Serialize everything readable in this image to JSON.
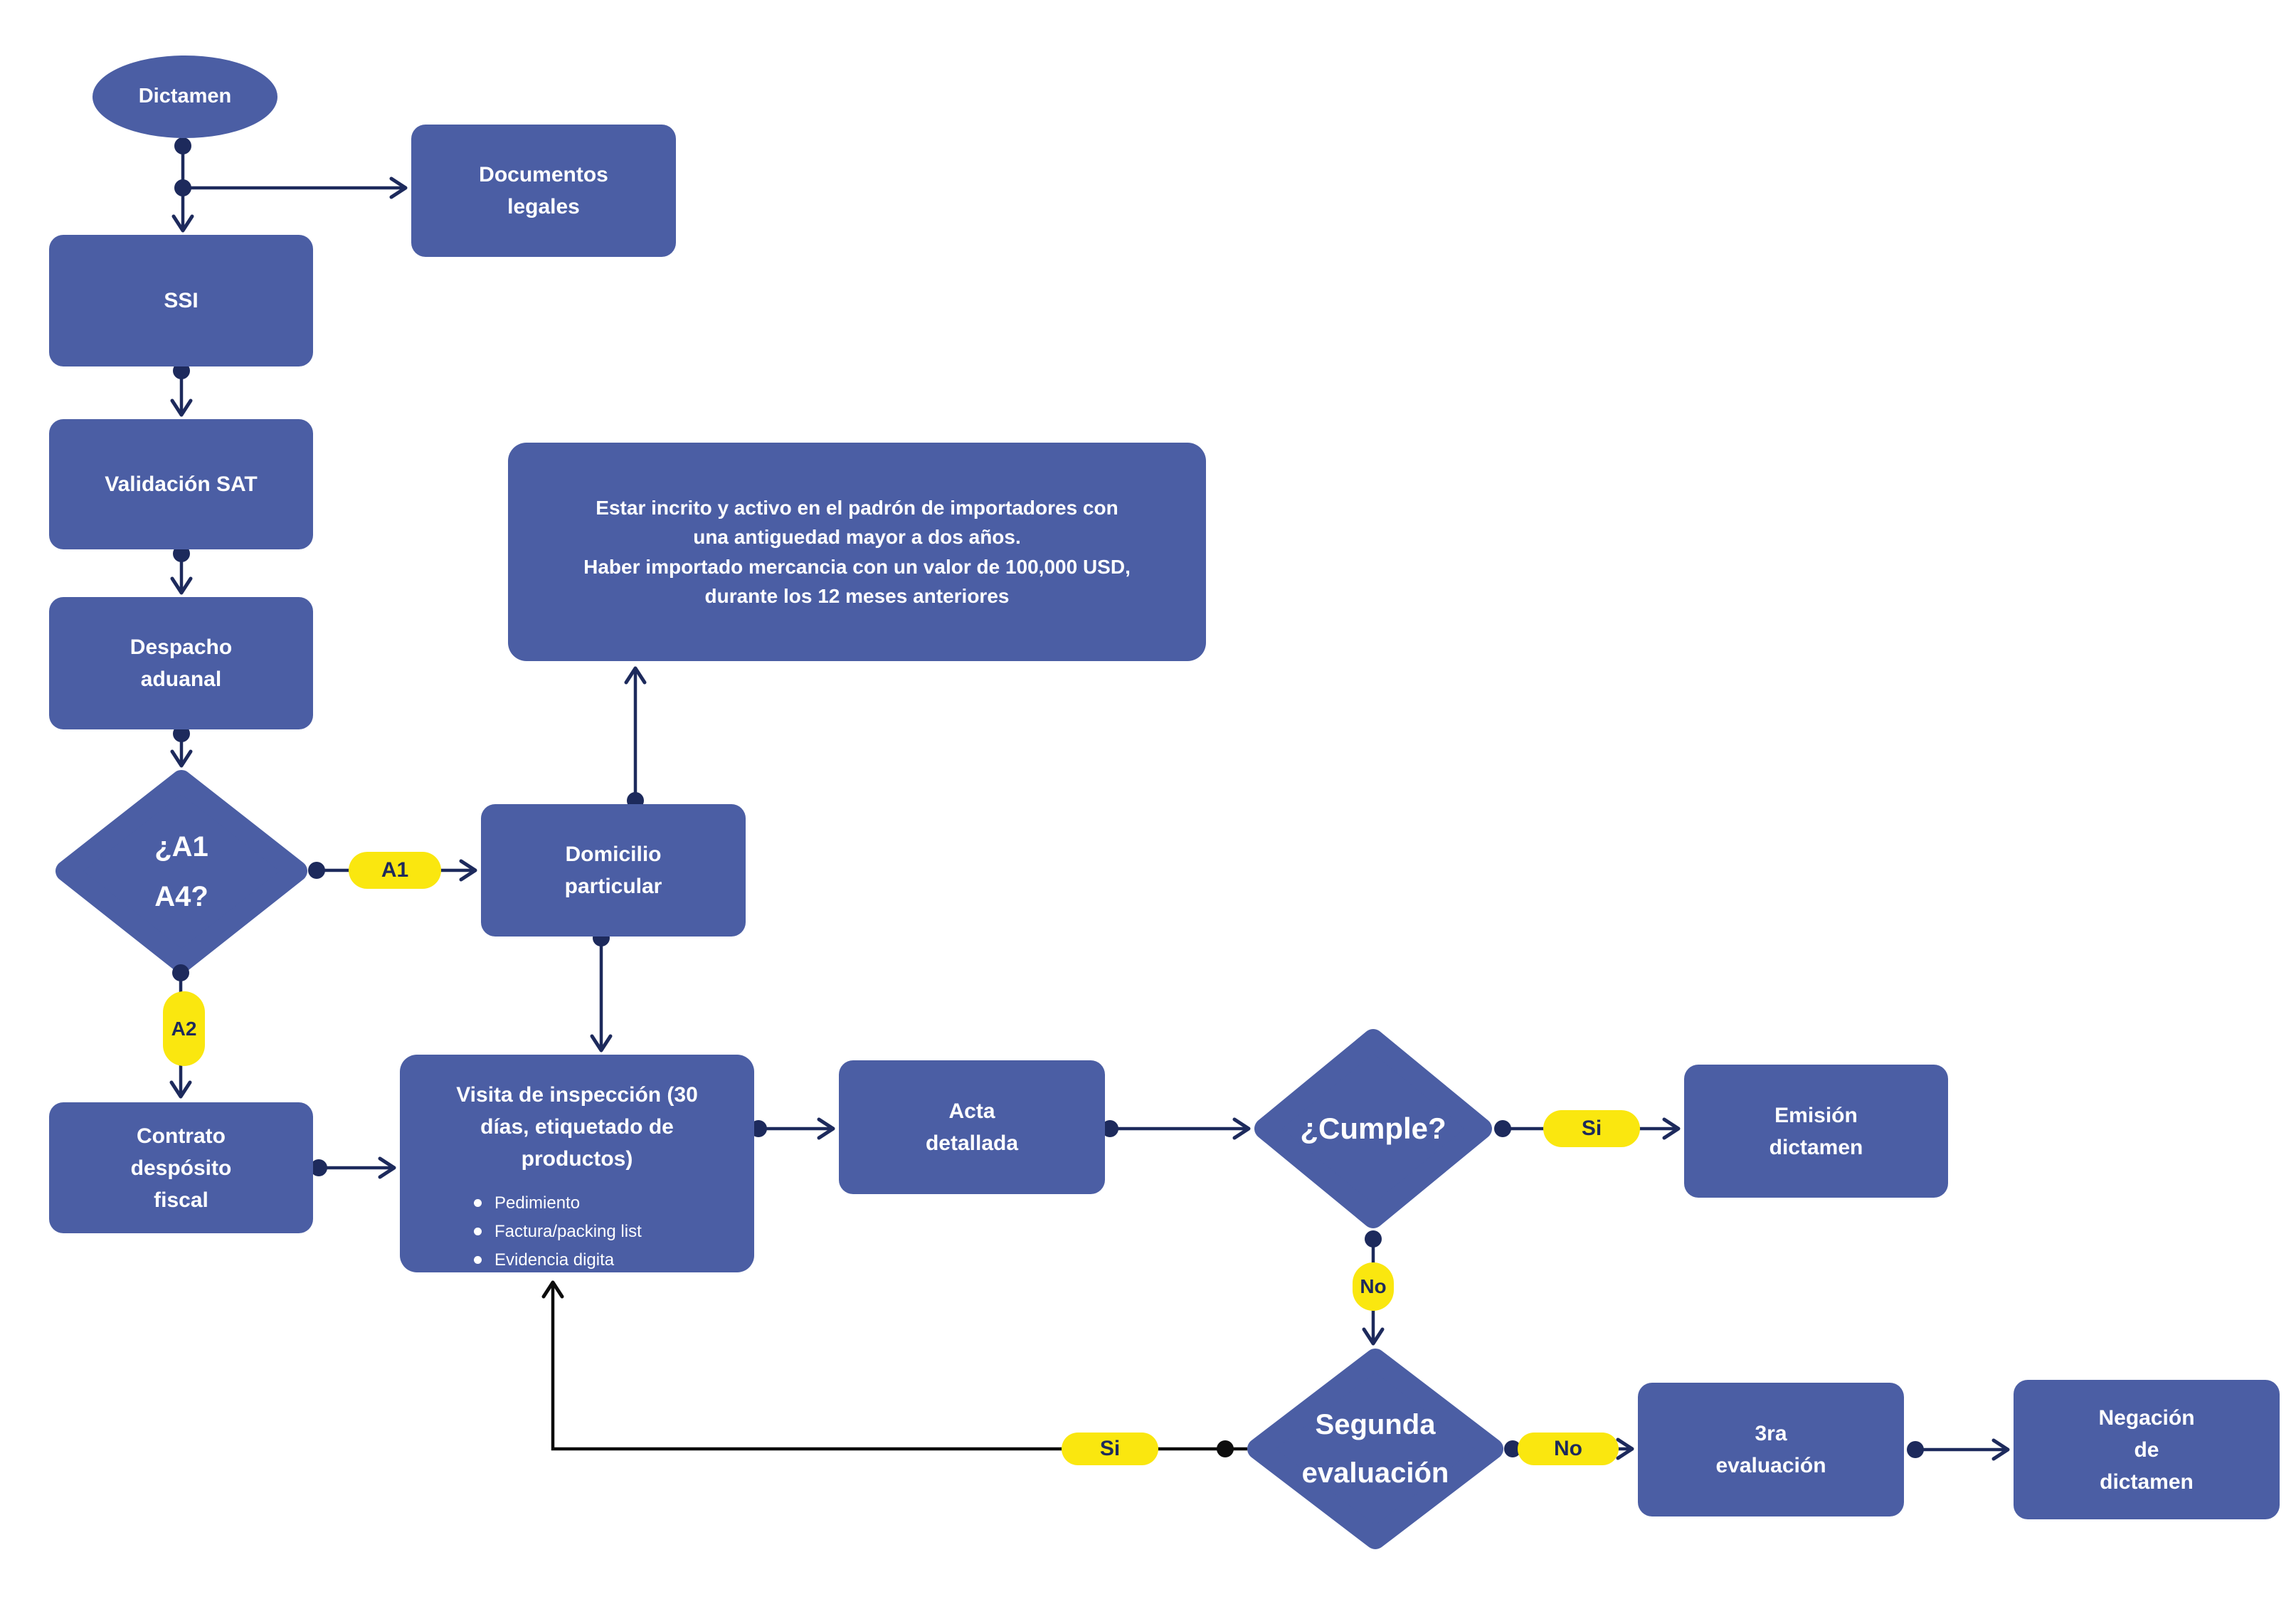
{
  "palette": {
    "node_fill": "#4B5EA4",
    "connector": "#1D2A5C",
    "connector_loop": "#0D0D0D",
    "label_pill_fill": "#FAE70F",
    "node_text": "#FFFFFF",
    "background": "#FFFFFF"
  },
  "nodes": {
    "dictamen": "Dictamen",
    "documentos_legales": "Documentos\nlegales",
    "ssi": "SSI",
    "validacion_sat": "Validación SAT",
    "despacho_aduanal": "Despacho\naduanal",
    "decision_a1_a4": "¿A1\nA4?",
    "domicilio_particular": "Domicilio\nparticular",
    "requisitos_padron": "Estar incrito y activo en el padrón de importadores con\nuna antiguedad mayor a dos años.\nHaber importado mercancia con un valor de 100,000 USD,\ndurante los 12 meses anteriores",
    "contrato_deposito_fiscal": "Contrato\ndespósito\nfiscal",
    "visita_inspeccion": {
      "title": "Visita de inspección (30\ndías, etiquetado de\nproductos)",
      "bullets": [
        "Pedimiento",
        "Factura/packing list",
        "Evidencia digita"
      ]
    },
    "acta_detallada": "Acta\ndetallada",
    "decision_cumple": "¿Cumple?",
    "emision_dictamen": "Emisión\ndictamen",
    "decision_segunda_evaluacion": "Segunda\nevaluación",
    "tercera_evaluacion": "3ra\nevaluación",
    "negacion_dictamen": "Negación\nde\ndictamen"
  },
  "connector_labels": {
    "a1": "A1",
    "a2": "A2",
    "cumple_si": "Si",
    "cumple_no": "No",
    "segunda_si": "Si",
    "segunda_no": "No"
  }
}
